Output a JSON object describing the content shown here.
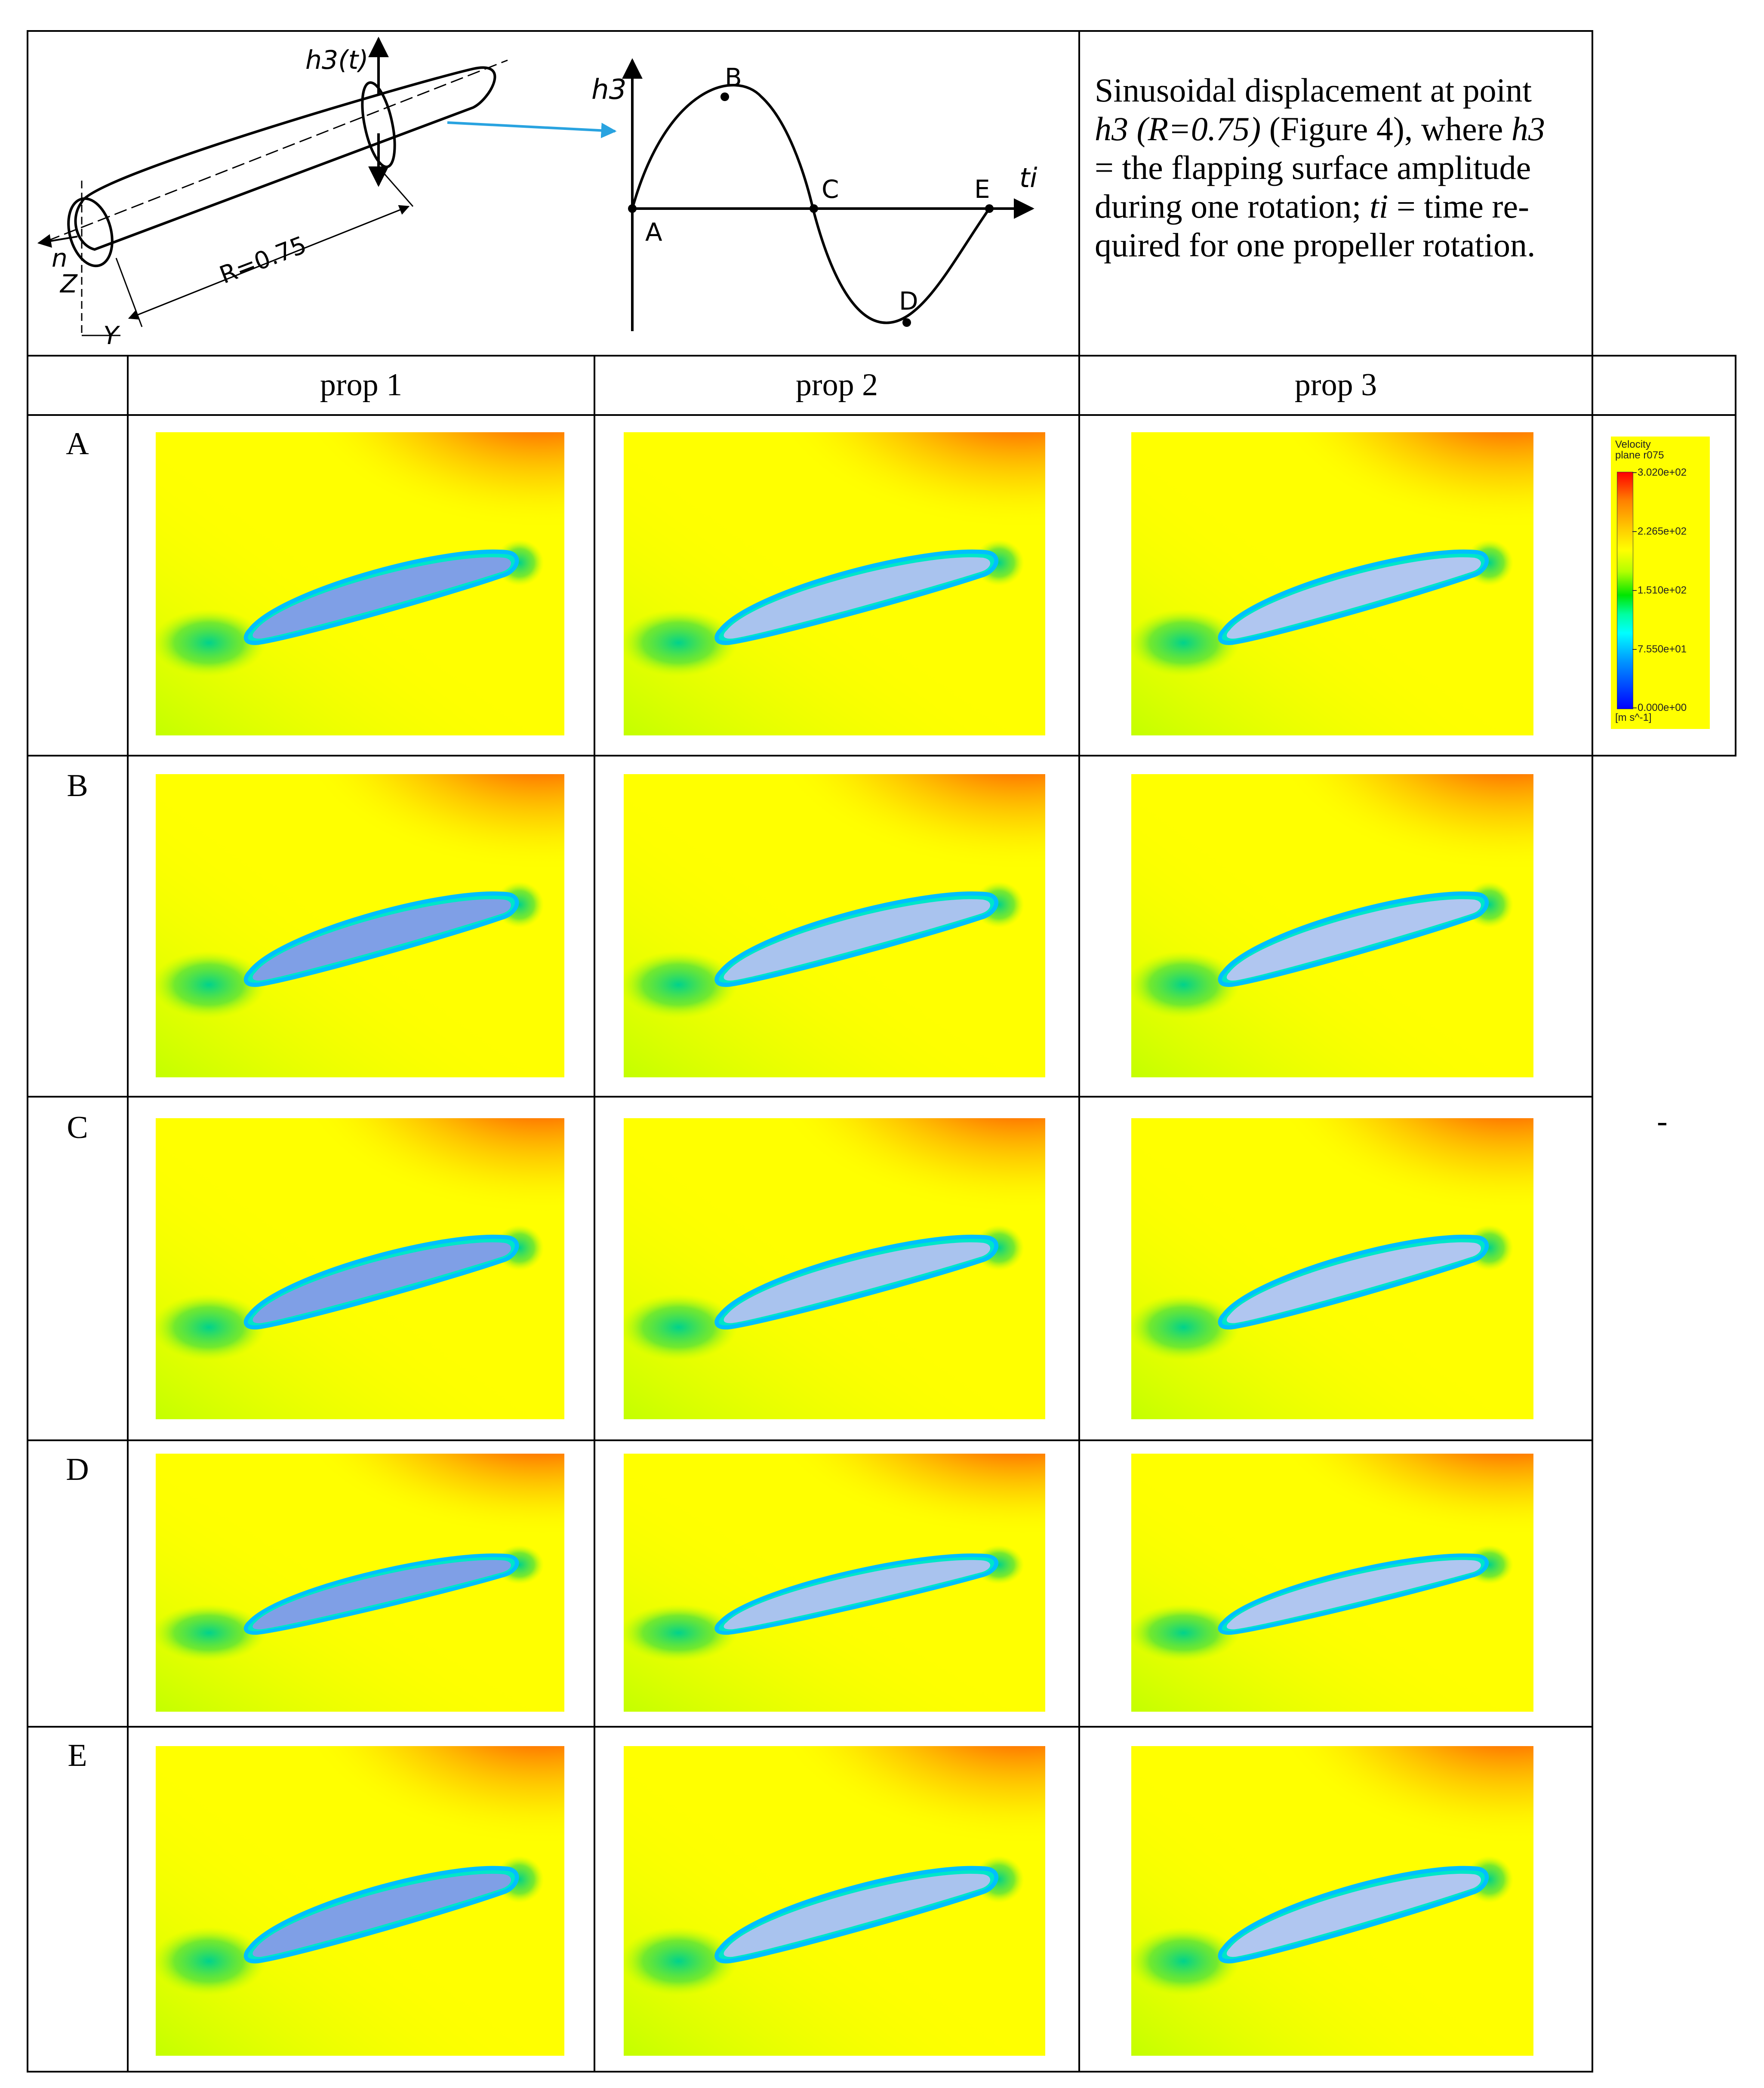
{
  "diagram": {
    "blade_label_h3t": "h3(t)",
    "blade_label_r": "R=0.75",
    "axis_n": "n",
    "axis_z": "Z",
    "axis_y": "Y",
    "graph_ylabel": "h3",
    "graph_xlabel": "ti",
    "points": [
      "A",
      "B",
      "C",
      "D",
      "E"
    ]
  },
  "caption": {
    "l1": "Sinusoidal displacement at point",
    "l2a": "h3 (R=0.75)",
    "l2b": " (Figure 4), where ",
    "l2c": "h3",
    "l3": "= the flapping surface amplitude",
    "l4a": "during one rotation; ",
    "l4b": "ti",
    "l4c": " = time re-",
    "l5": "quired for one propeller rotation."
  },
  "table": {
    "columns": [
      "prop 1",
      "prop 2",
      "prop 3"
    ],
    "rows": [
      "A",
      "B",
      "C",
      "D",
      "E"
    ],
    "side_mark": "-"
  },
  "legend": {
    "title_l1": "Velocity",
    "title_l2": "plane r075",
    "values": [
      "3.020e+02",
      "2.265e+02",
      "1.510e+02",
      "7.550e+01",
      "0.000e+00"
    ],
    "unit": "[m s^-1]"
  },
  "colors": {
    "freestream": "#ffff00",
    "suction_peak": "#ff2a00",
    "blade_prop1": "#7f9fe6",
    "blade_prop2": "#a9c3ee",
    "blade_prop3": "#b0c6f0",
    "arrow_blue": "#29a3e0"
  }
}
